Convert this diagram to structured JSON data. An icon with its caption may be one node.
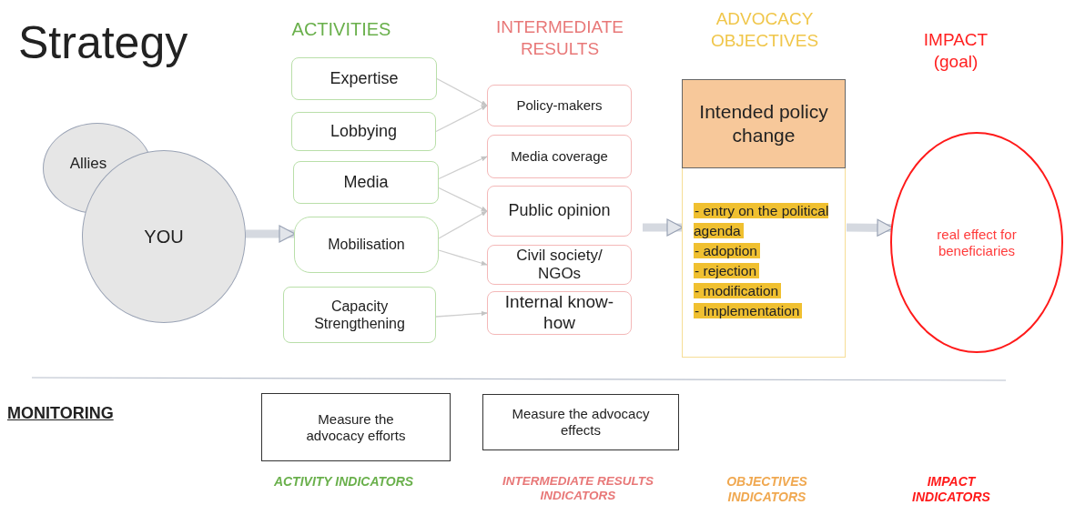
{
  "diagram": {
    "title": "Strategy",
    "nodes": [
      {
        "text": [
          "Allies"
        ]
      },
      {
        "text": [
          "YOU"
        ]
      },
      {
        "text": [
          "Expertise"
        ]
      },
      {
        "text": [
          "Lobbying"
        ]
      },
      {
        "text": [
          "Media"
        ]
      },
      {
        "text": [
          "Mobilisation"
        ]
      },
      {
        "text": [
          "Capacity Strengthening"
        ]
      },
      {
        "text": [
          "Policy-makers"
        ]
      },
      {
        "text": [
          "Media coverage"
        ]
      },
      {
        "text": [
          "Public opinion"
        ]
      },
      {
        "text": [
          "Civil society/ NGOs"
        ]
      },
      {
        "text": [
          "Internal know-how"
        ]
      },
      {
        "text": [
          "Intended policy change",
          "- entry on the political agenda",
          "- adoption",
          "- rejection",
          "- modification",
          "- Implementation"
        ]
      },
      {
        "text": [
          "real effect for beneficiaries"
        ]
      },
      {
        "text": [
          "Measure the advocacy efforts"
        ]
      },
      {
        "text": [
          "Measure the advocacy effects"
        ]
      }
    ],
    "edges": [
      {
        "from": 1,
        "to": 5,
        "arrow": "to",
        "style": "thick"
      },
      {
        "from": 2,
        "to": 7,
        "arrow": "to"
      },
      {
        "from": 3,
        "to": 7,
        "arrow": "to"
      },
      {
        "from": 4,
        "to": 8,
        "arrow": "to"
      },
      {
        "from": 4,
        "to": 9,
        "arrow": "to"
      },
      {
        "from": 5,
        "to": 9,
        "arrow": "to"
      },
      {
        "from": 5,
        "to": 10,
        "arrow": "to"
      },
      {
        "from": 6,
        "to": 11,
        "arrow": "to"
      },
      {
        "from": 9,
        "to": 12,
        "arrow": "to",
        "style": "thick"
      },
      {
        "from": 12,
        "to": 13,
        "arrow": "to",
        "style": "thick"
      }
    ],
    "labels": [
      "ACTIVITIES",
      "INTERMEDIATE RESULTS",
      "ADVOCACY OBJECTIVES",
      "IMPACT (goal)",
      "MONITORING",
      "ACTIVITY INDICATORS",
      "INTERMEDIATE RESULTS INDICATORS",
      "OBJECTIVES INDICATORS",
      "IMPACT INDICATORS"
    ]
  }
}
